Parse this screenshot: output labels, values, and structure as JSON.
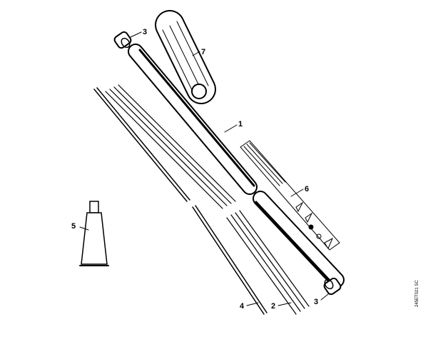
{
  "diagram": {
    "callouts": [
      {
        "id": "3a",
        "text": "3"
      },
      {
        "id": "7",
        "text": "7"
      },
      {
        "id": "1",
        "text": "1"
      },
      {
        "id": "6",
        "text": "6"
      },
      {
        "id": "5",
        "text": "5"
      },
      {
        "id": "4",
        "text": "4"
      },
      {
        "id": "2",
        "text": "2"
      },
      {
        "id": "3b",
        "text": "3"
      }
    ],
    "drawing_code": "245ET021 SC",
    "line_color": "#000000",
    "background": "#ffffff"
  }
}
